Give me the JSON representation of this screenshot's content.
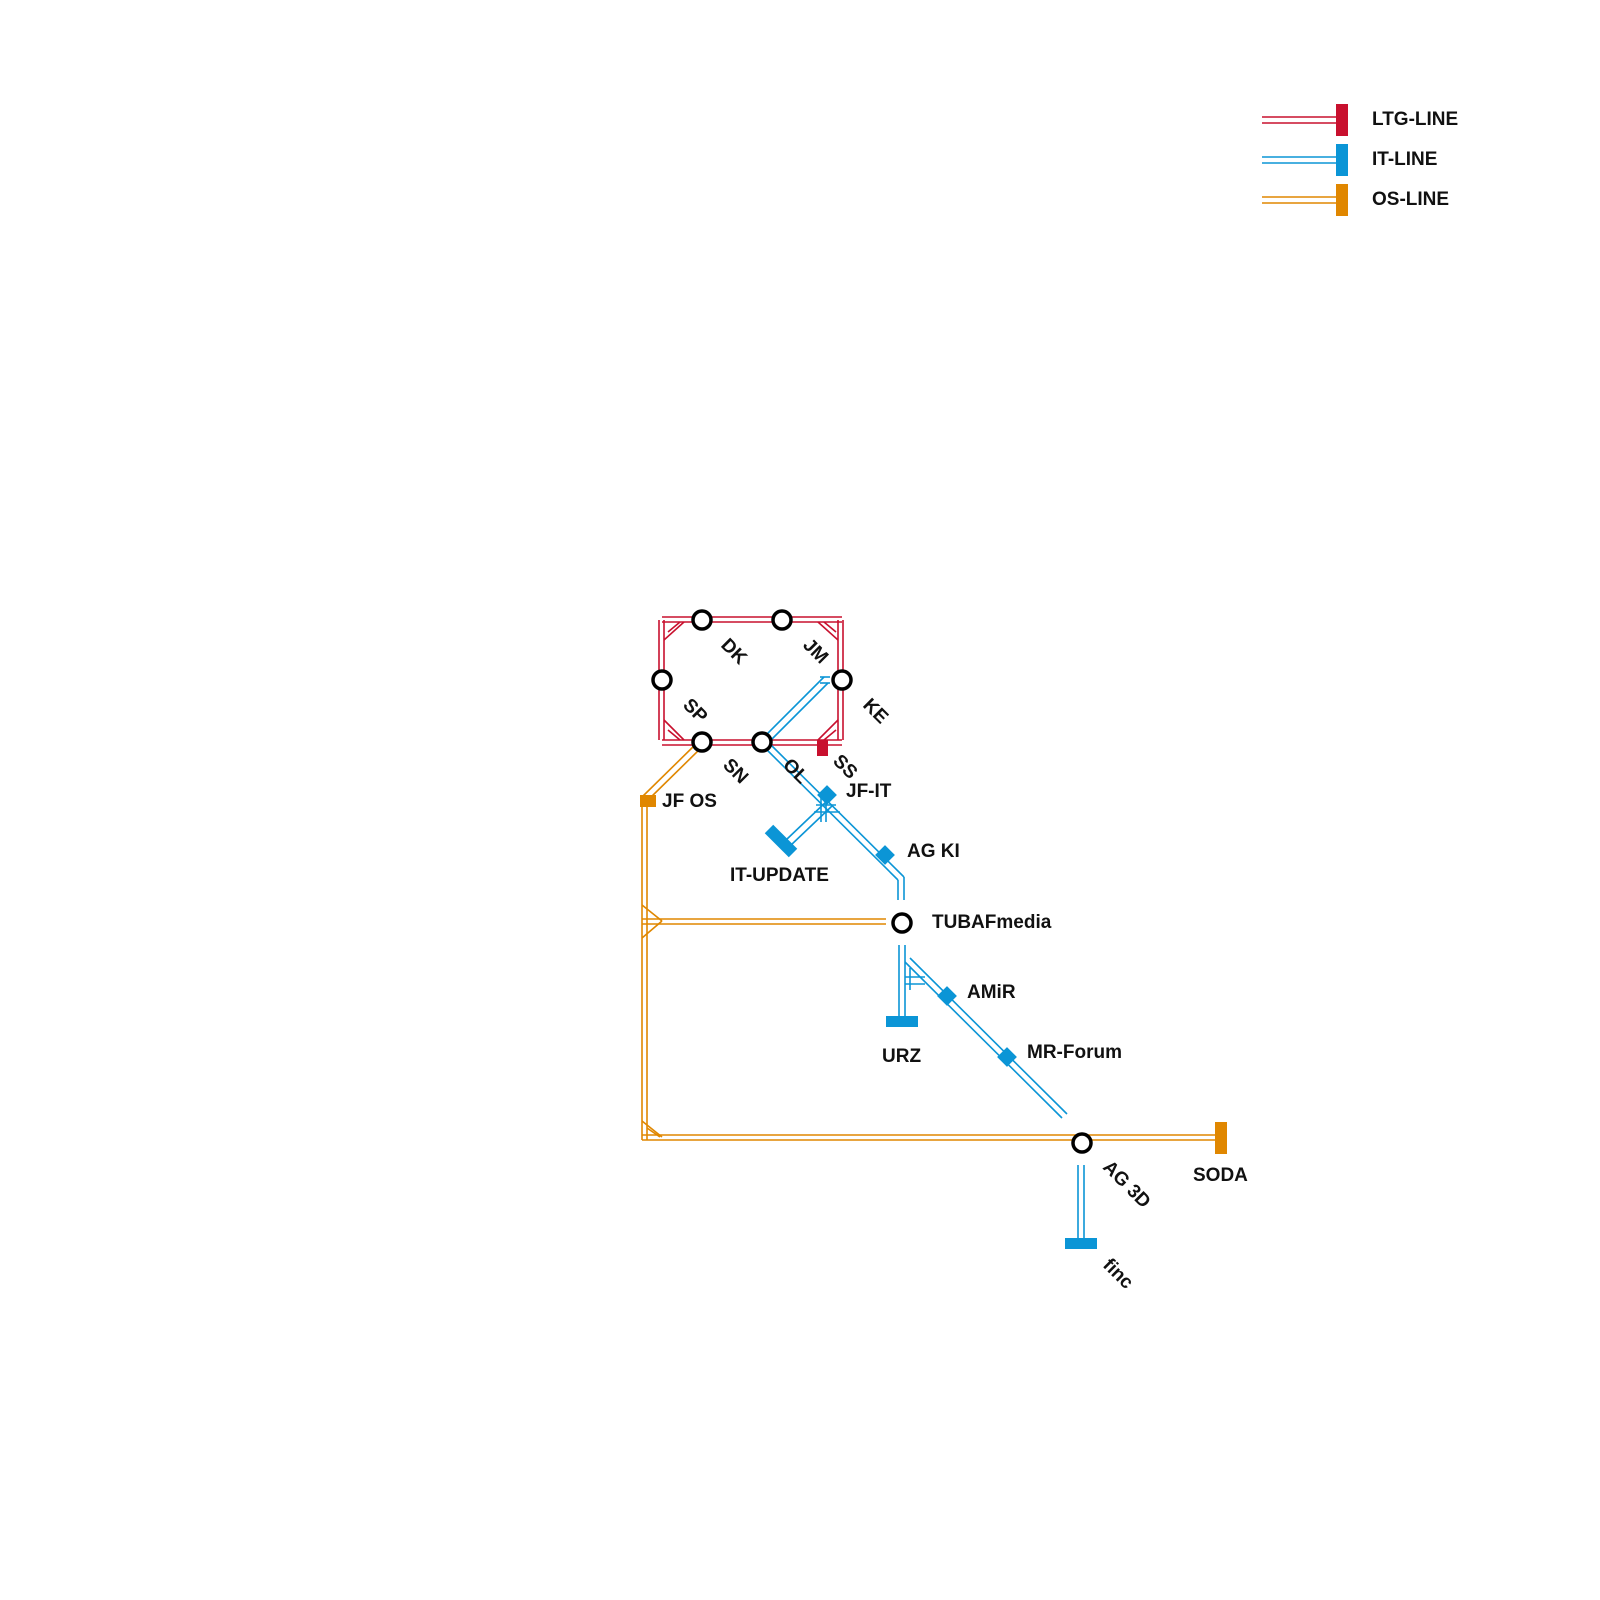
{
  "colors": {
    "ltg": "#c8102e",
    "it": "#0b95d6",
    "os": "#e08700",
    "station_outline": "#000000",
    "text": "#111111"
  },
  "legend": [
    {
      "id": "ltg",
      "label": "LTG-LINE"
    },
    {
      "id": "it",
      "label": "IT-LINE"
    },
    {
      "id": "os",
      "label": "OS-LINE"
    }
  ],
  "stations": {
    "dk": "DK",
    "jm": "JM",
    "ke": "KE",
    "sp": "SP",
    "sn": "SN",
    "ol": "OL",
    "ss": "SS",
    "jf_it": "JF-IT",
    "jf_os": "JF OS",
    "it_update": "IT-UPDATE",
    "ag_ki": "AG KI",
    "tubafmedia": "TUBAFmedia",
    "amir": "AMiR",
    "urz": "URZ",
    "mr_forum": "MR-Forum",
    "ag_3d": "AG 3D",
    "soda": "SODA",
    "finc": "finc"
  }
}
